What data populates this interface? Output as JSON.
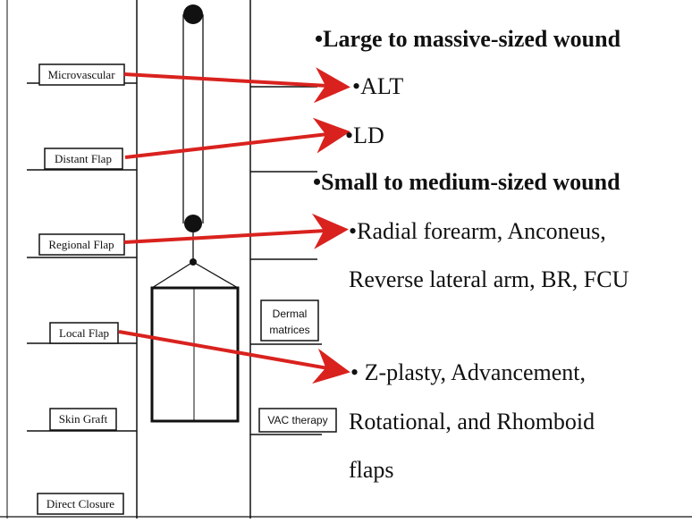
{
  "ladder_levels": [
    {
      "label": "Microvascular"
    },
    {
      "label": "Distant Flap"
    },
    {
      "label": "Regional Flap"
    },
    {
      "label": "Local Flap"
    },
    {
      "label": "Skin Graft"
    },
    {
      "label": "Direct Closure"
    }
  ],
  "side_options": [
    {
      "label_lines": [
        "Dermal",
        "matrices"
      ]
    },
    {
      "label_lines": [
        "VAC therapy"
      ]
    }
  ],
  "right_text": {
    "heading_large": "•Large to massive-sized wound",
    "alt": "•ALT",
    "ld": "•LD",
    "heading_small": "•Small to medium-sized wound",
    "regional_line1": "•Radial forearm, Anconeus,",
    "regional_line2": "Reverse lateral arm, BR, FCU",
    "local_line1": "• Z-plasty, Advancement,",
    "local_line2": "Rotational, and Rhomboid",
    "local_line3": "flaps"
  },
  "colors": {
    "arrow": "#d9221e",
    "line": "#111111"
  }
}
